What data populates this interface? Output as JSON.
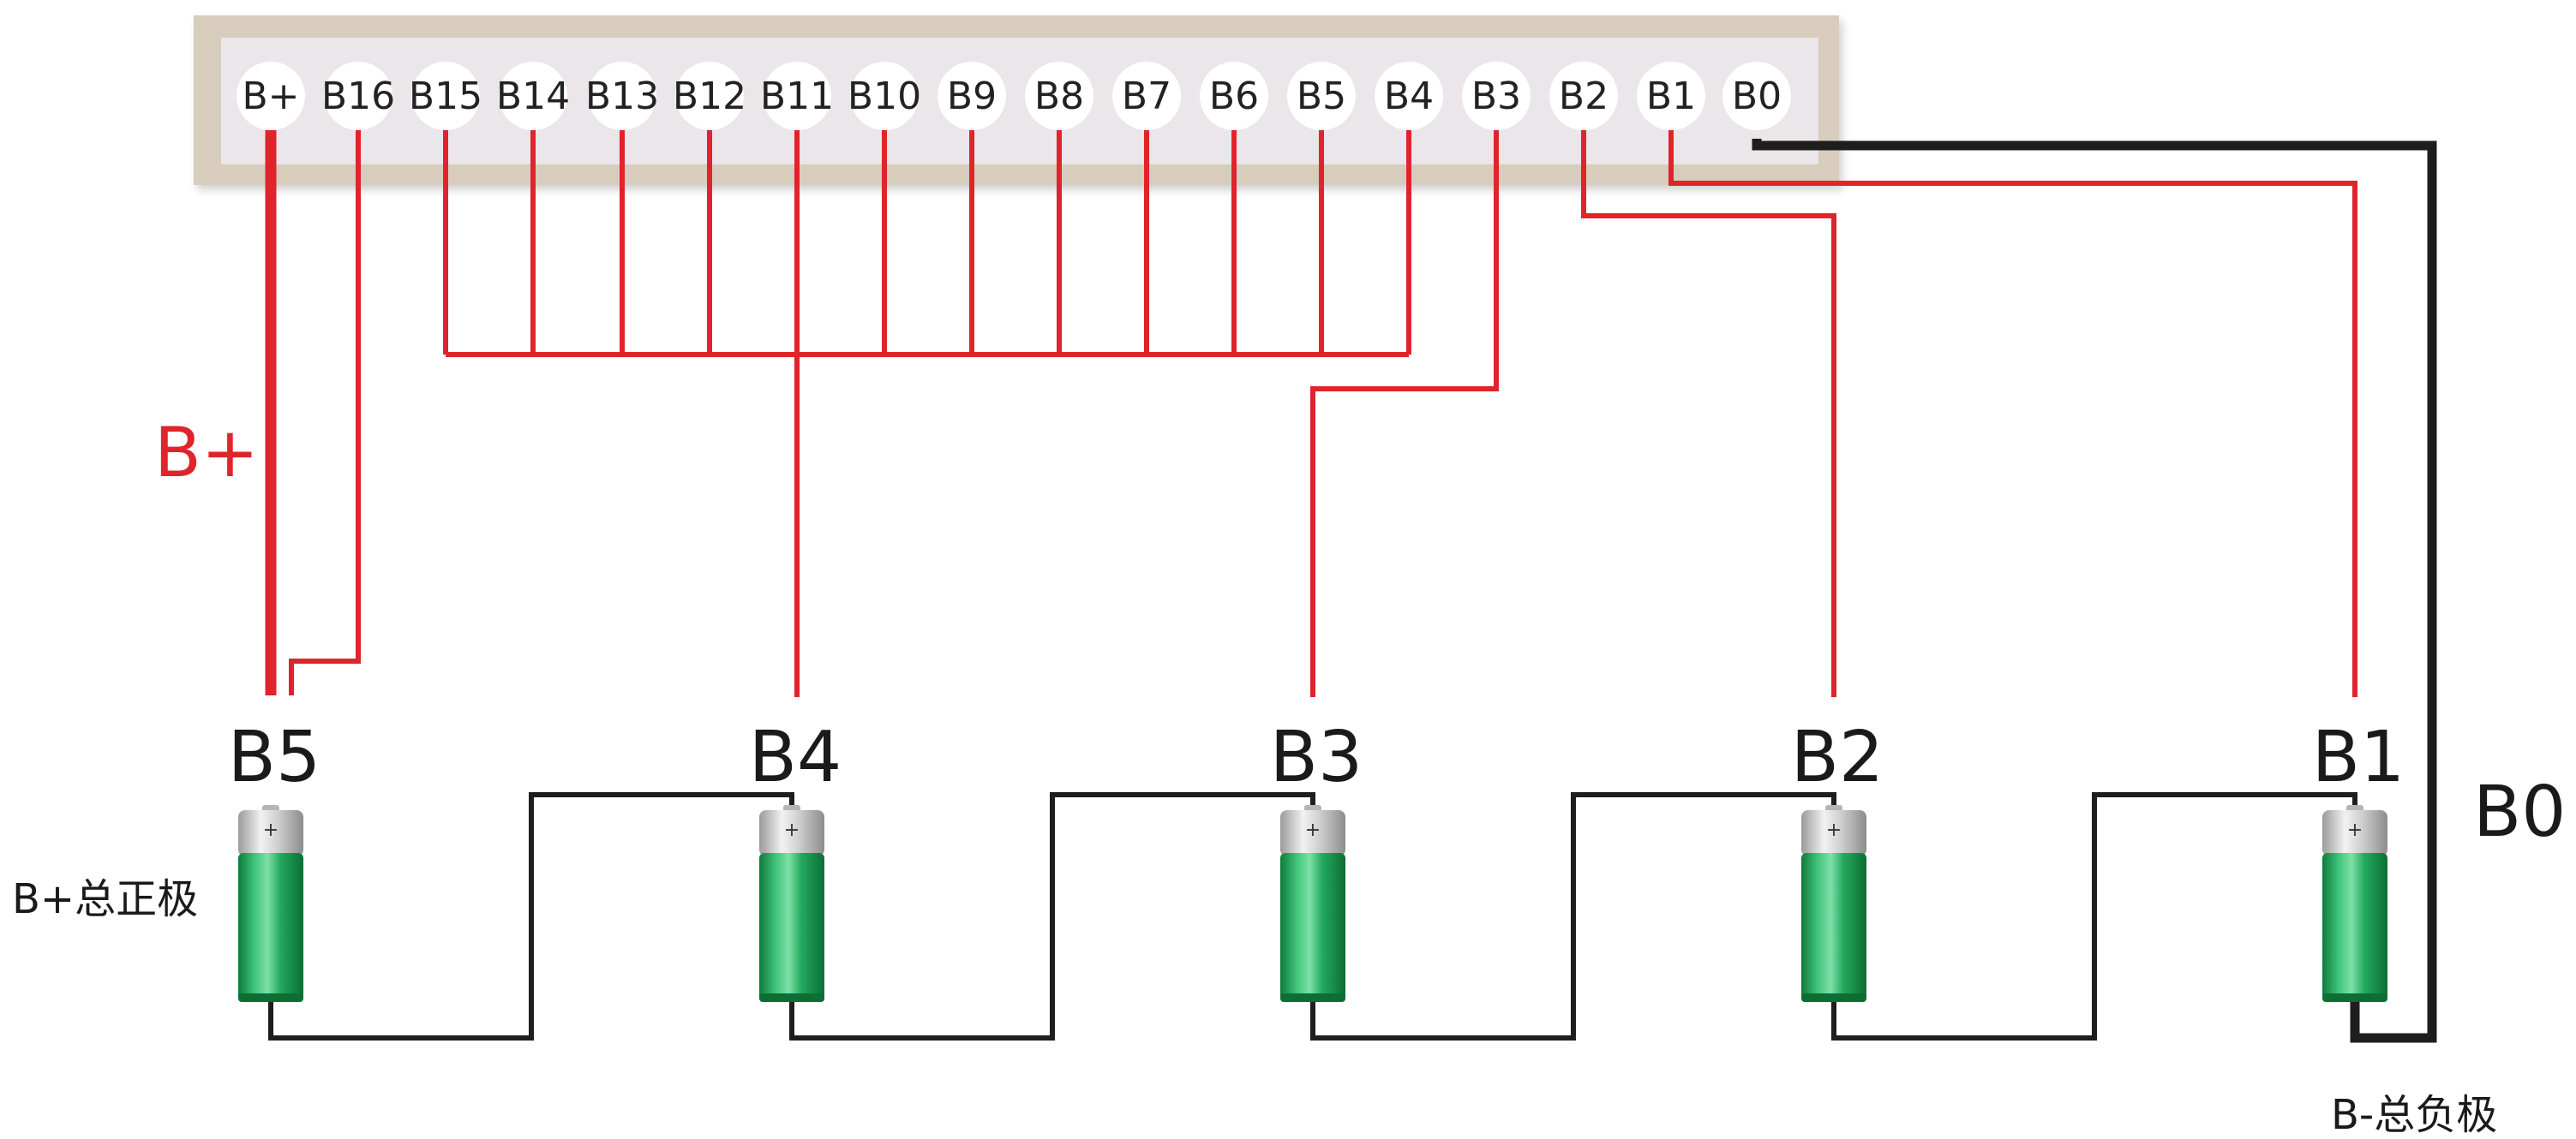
{
  "connector": {
    "pins": [
      "B+",
      "B16",
      "B15",
      "B14",
      "B13",
      "B12",
      "B11",
      "B10",
      "B9",
      "B8",
      "B7",
      "B6",
      "B5",
      "B4",
      "B3",
      "B2",
      "B1",
      "B0"
    ]
  },
  "cells": [
    "B5",
    "B4",
    "B3",
    "B2",
    "B1"
  ],
  "labels": {
    "bplus_wire": "B+",
    "total_positive": "B+总正极",
    "total_negative": "B-总负极",
    "b0": "B0"
  },
  "battery": {
    "plus_symbol": "+"
  },
  "colors": {
    "sense_wire": "#e0242c",
    "main_wire": "#1e1e1e",
    "board_frame": "#d8ccbd",
    "board_inner": "#ebe6ea",
    "battery_green": "#1fa15a",
    "battery_cap": "#c4c4c4"
  }
}
